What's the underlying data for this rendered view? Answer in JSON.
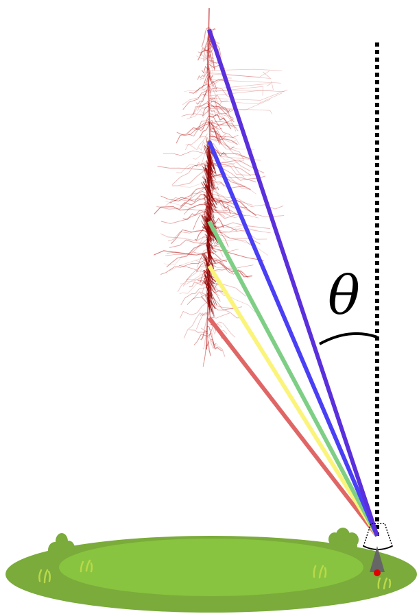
{
  "figure": {
    "angle_label": "θ",
    "colors": {
      "background": "#ffffff",
      "ground_outer": "#7aab3b",
      "ground_inner": "#88c43f",
      "grass_blade": "#b9d84a",
      "bush": "#7aab3b",
      "plume": "#b30000",
      "zenith_line": "#000000",
      "sensor_marker": "#e00000",
      "sensor_arrow": "#666666"
    },
    "sight_lines": [
      {
        "name": "violet-sight-line",
        "color": "#5a2fdc"
      },
      {
        "name": "blue-sight-line",
        "color": "#4a3ff5"
      },
      {
        "name": "green-sight-line",
        "color": "#7ecf85"
      },
      {
        "name": "yellow-sight-line",
        "color": "#fbf47a"
      },
      {
        "name": "red-sight-line",
        "color": "#e06666"
      }
    ],
    "icons": [
      "grass-field",
      "bush-icon",
      "sensor-icon",
      "lightning-plume"
    ]
  }
}
